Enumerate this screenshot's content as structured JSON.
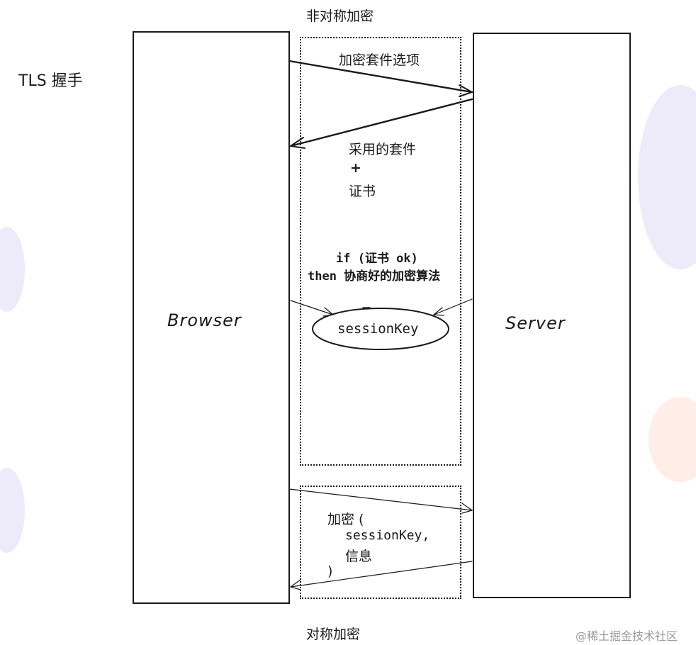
{
  "title": "TLS  握手",
  "asym_label": "非对称加密",
  "sym_label": "对称加密",
  "browser_label": "Browser",
  "server_label": "Server",
  "msg_cipher_options": "加密套件选项",
  "msg_chosen_suite": "采用的套件",
  "msg_plus": "+",
  "msg_certificate": "证书",
  "cond_line1": "if (证书 ok)",
  "cond_line2": "then 协商好的加密算法",
  "session_key": "sessionKey",
  "enc_line1": "加密 (",
  "enc_line2": "sessionKey,",
  "enc_line3": "信息",
  "enc_line4": ")",
  "footer_source": "@稀土掘金技术社区",
  "colors": {
    "ink": "#1a1a1a",
    "watermark": "#ccd0ee"
  }
}
